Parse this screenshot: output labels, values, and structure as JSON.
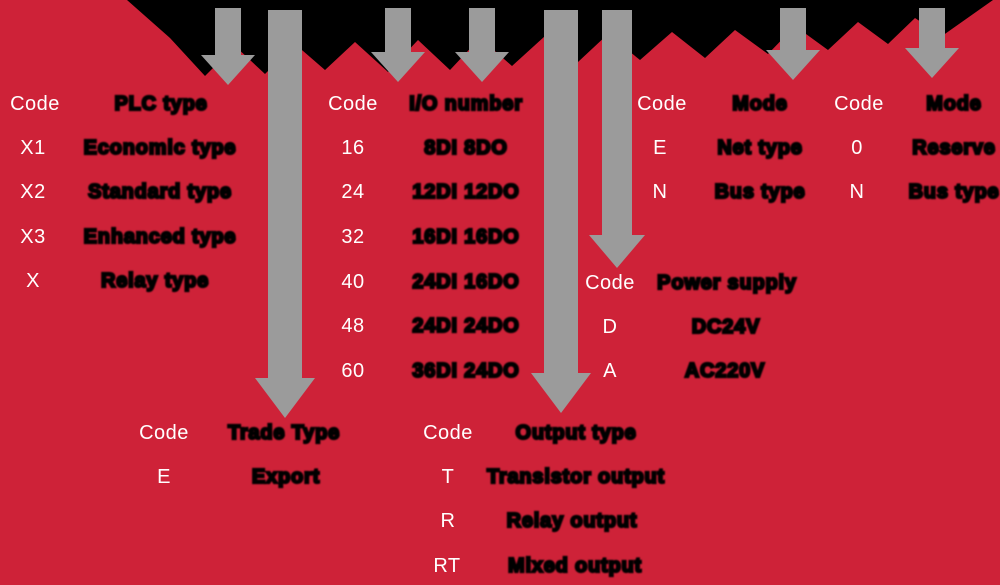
{
  "page": {
    "background_color": "#CE2238",
    "arrow_color": "#9B9B9B",
    "title_blob_color": "#000000"
  },
  "tables": {
    "plc_type": {
      "code_header": "Code",
      "desc_header": "PLC type",
      "rows": [
        {
          "code": "X1",
          "desc": "Economic type"
        },
        {
          "code": "X2",
          "desc": "Standard type"
        },
        {
          "code": "X3",
          "desc": "Enhanced type"
        },
        {
          "code": "X",
          "desc": "Relay type"
        }
      ]
    },
    "io_number": {
      "code_header": "Code",
      "desc_header": "I/O number",
      "rows": [
        {
          "code": "16",
          "desc": "8DI 8DO"
        },
        {
          "code": "24",
          "desc": "12DI 12DO"
        },
        {
          "code": "32",
          "desc": "16DI 16DO"
        },
        {
          "code": "40",
          "desc": "24DI 16DO"
        },
        {
          "code": "48",
          "desc": "24DI 24DO"
        },
        {
          "code": "60",
          "desc": "36DI 24DO"
        }
      ]
    },
    "mode_net": {
      "code_header": "Code",
      "desc_header": "Mode",
      "rows": [
        {
          "code": "E",
          "desc": "Net type"
        },
        {
          "code": "N",
          "desc": "Bus type"
        }
      ]
    },
    "mode_bus": {
      "code_header": "Code",
      "desc_header": "Mode",
      "rows": [
        {
          "code": "0",
          "desc": "Reserve"
        },
        {
          "code": "N",
          "desc": "Bus type"
        }
      ]
    },
    "power_supply": {
      "code_header": "Code",
      "desc_header": "Power supply",
      "rows": [
        {
          "code": "D",
          "desc": "DC24V"
        },
        {
          "code": "A",
          "desc": "AC220V"
        }
      ]
    },
    "trade_type": {
      "code_header": "Code",
      "desc_header": "Trade Type",
      "rows": [
        {
          "code": "E",
          "desc": "Export"
        }
      ]
    },
    "output_type": {
      "code_header": "Code",
      "desc_header": "Output type",
      "rows": [
        {
          "code": "T",
          "desc": "Transistor output"
        },
        {
          "code": "R",
          "desc": "Relay output"
        },
        {
          "code": "RT",
          "desc": "Mixed output"
        }
      ]
    }
  }
}
